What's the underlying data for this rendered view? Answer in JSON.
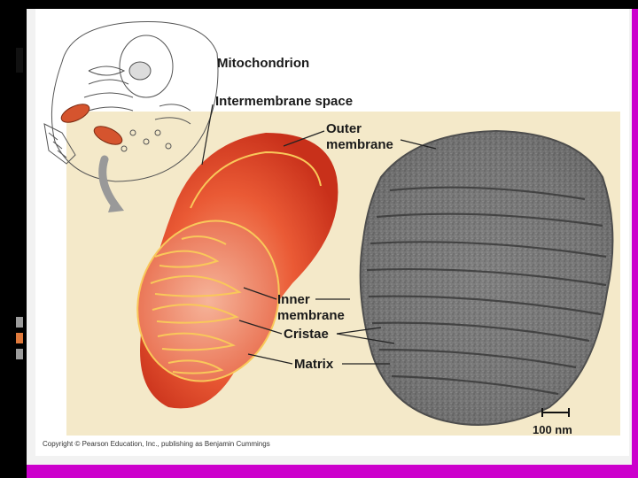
{
  "labels": {
    "title": "Mitochondrion",
    "intermembrane_space": "Intermembrane space",
    "outer_membrane_line1": "Outer",
    "outer_membrane_line2": "membrane",
    "inner_membrane_line1": "Inner",
    "inner_membrane_line2": "membrane",
    "cristae": "Cristae",
    "matrix": "Matrix",
    "scale_bar": "100 nm"
  },
  "copyright": "Copyright © Pearson Education, Inc., publishing as Benjamin Cummings",
  "colors": {
    "slide_border": "#000000",
    "accent_magenta": "#cc00cc",
    "marker_gray": "#9c9c9c",
    "marker_orange": "#e07a3c",
    "mito_outer": "#e8472a",
    "mito_inner_fill": "#f08060",
    "membrane_line": "#f9c85a",
    "photo_background": "#f4e9c9",
    "micrograph_gray": "#777777"
  }
}
